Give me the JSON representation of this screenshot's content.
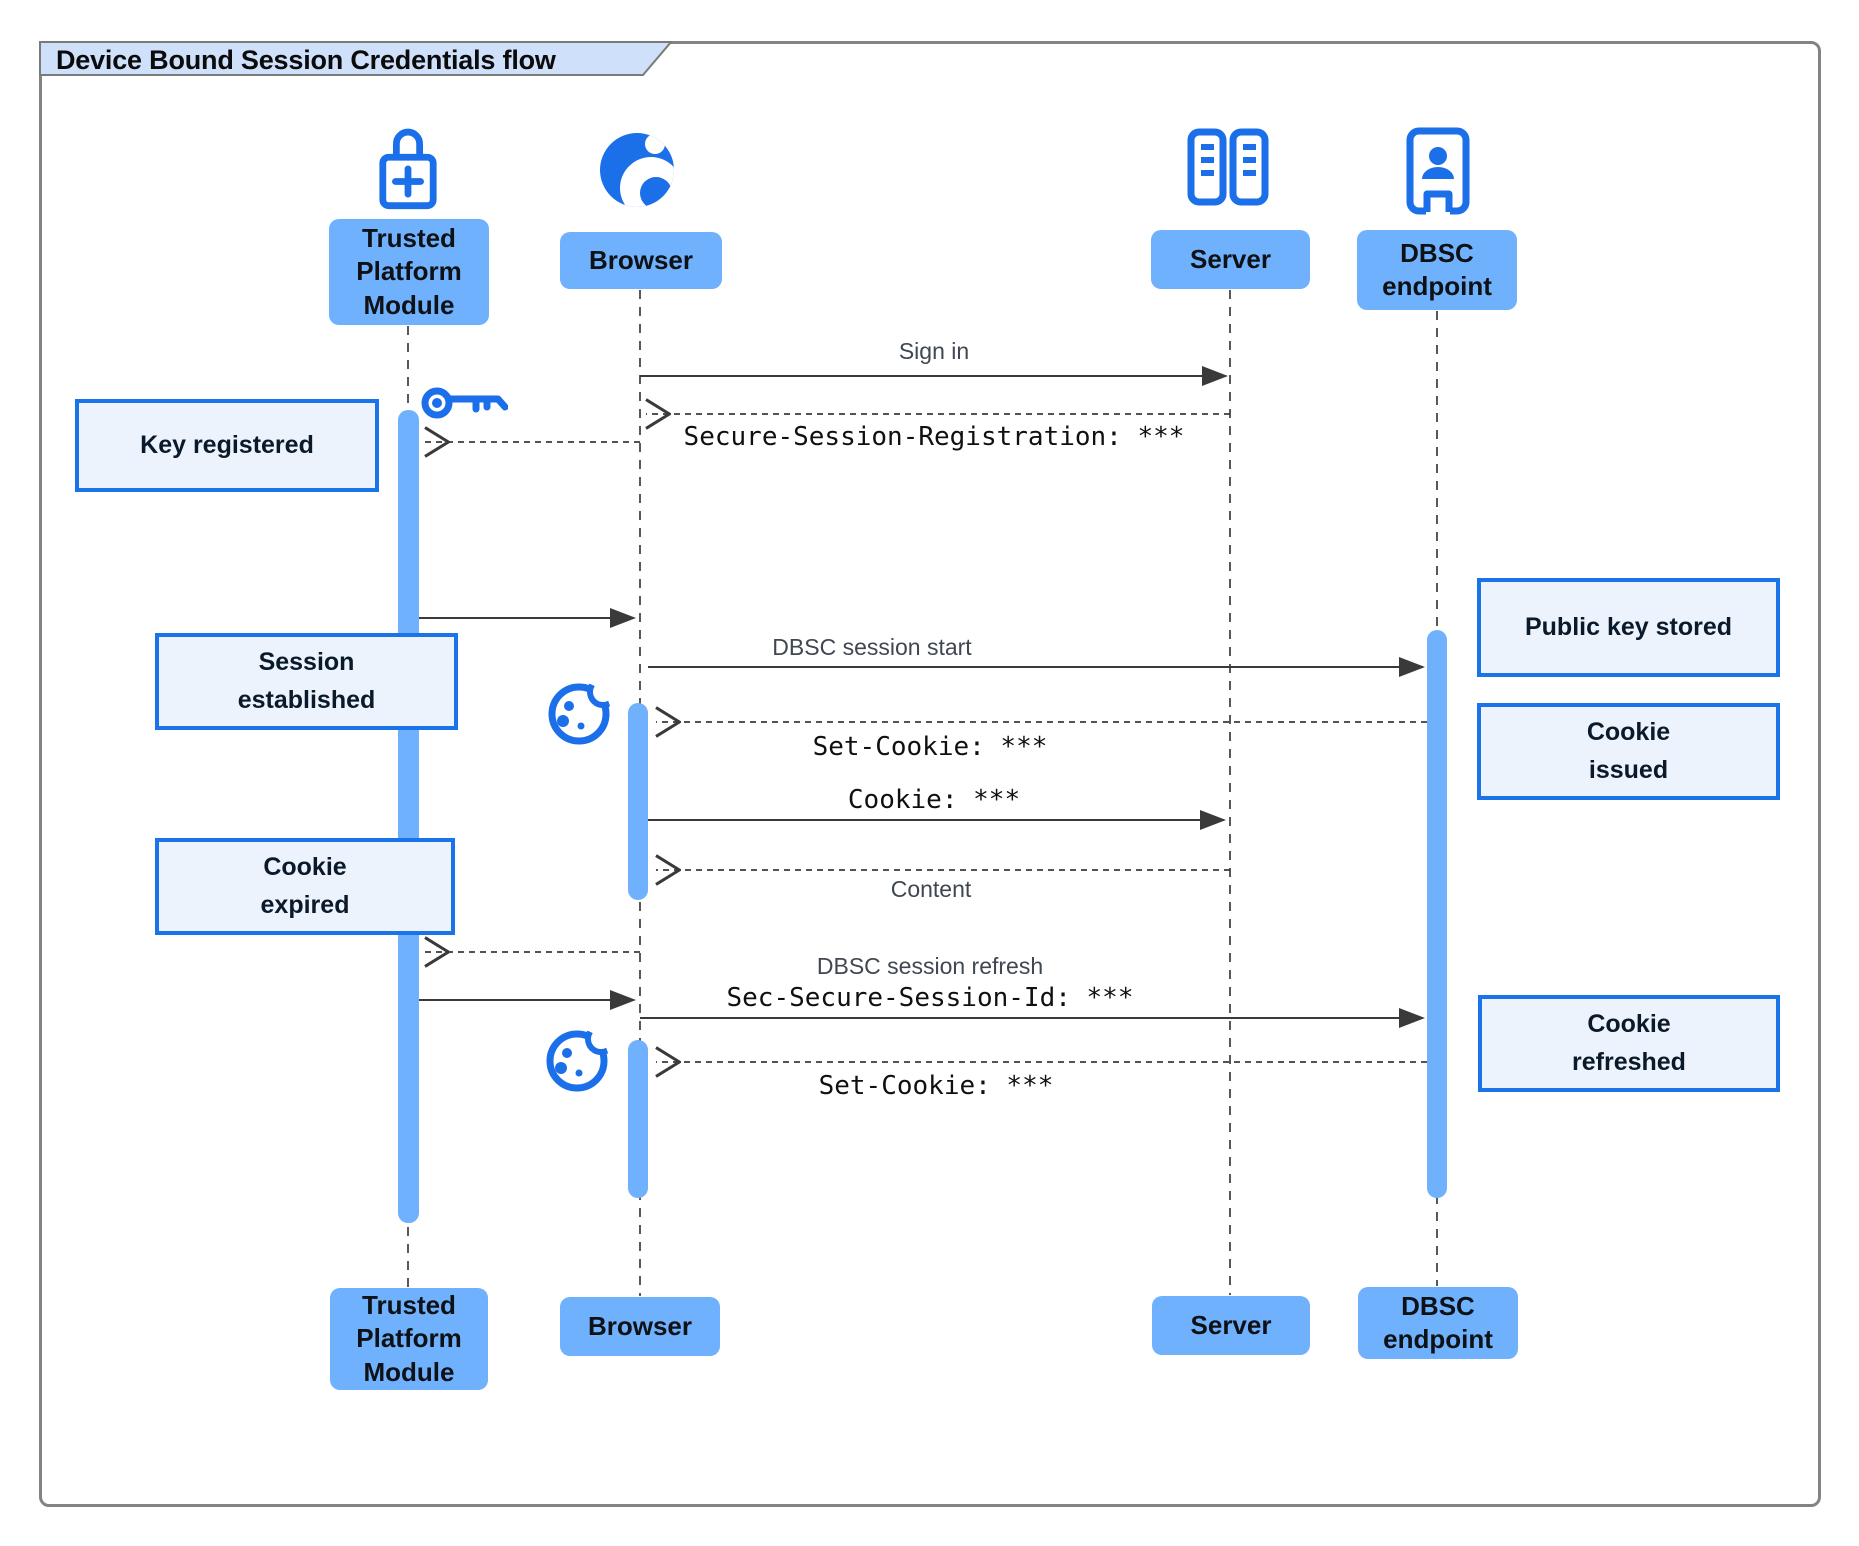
{
  "title": "Device Bound Session Credentials flow",
  "participants": {
    "tpm": {
      "label": "Trusted\nPlatform\nModule",
      "icon": "padlock-plus-icon"
    },
    "browser": {
      "label": "Browser",
      "icon": "globe-icon"
    },
    "server": {
      "label": "Server",
      "icon": "server-racks-icon"
    },
    "dbsc": {
      "label": "DBSC\nendpoint",
      "icon": "badge-person-icon"
    }
  },
  "messages": {
    "sign_in": "Sign in",
    "secure_session_registration": "Secure-Session-Registration: ***",
    "dbsc_session_start": "DBSC session start",
    "set_cookie": "Set-Cookie: ***",
    "cookie": "Cookie: ***",
    "content": "Content",
    "dbsc_session_refresh": "DBSC session refresh",
    "sec_secure_session_id": "Sec-Secure-Session-Id: ***",
    "set_cookie_2": "Set-Cookie: ***"
  },
  "notes": {
    "key_registered": "Key registered",
    "session_established": "Session\nestablished",
    "cookie_expired": "Cookie\nexpired",
    "public_key_stored": "Public key stored",
    "cookie_issued": "Cookie\nissued",
    "cookie_refreshed": "Cookie\nrefreshed"
  },
  "colors": {
    "accent_blue": "#1b6fe8",
    "actor_fill": "#6fb1fc",
    "note_fill": "#edf3fd",
    "note_border": "#1a73e8",
    "title_fill": "#cfe0fa",
    "line": "#3a3a3a",
    "message_text": "#3f4752",
    "frame_border": "#838383"
  }
}
